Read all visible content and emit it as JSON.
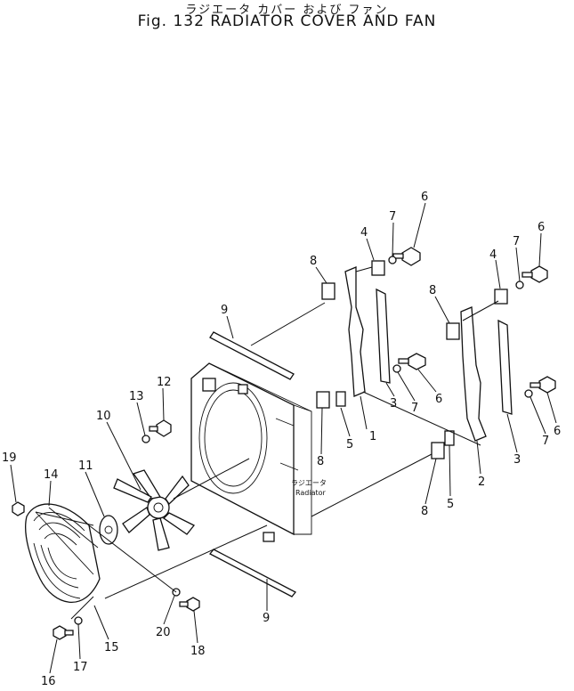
{
  "title": {
    "japanese": "ラジエータ カバー および ファン",
    "english": "Fig. 132 RADIATOR COVER AND FAN"
  },
  "radiator_label": {
    "japanese": "ラジエータ",
    "english": "Radiator"
  },
  "callouts": [
    "1",
    "2",
    "3",
    "3",
    "4",
    "4",
    "5",
    "5",
    "6",
    "6",
    "6",
    "6",
    "7",
    "7",
    "7",
    "7",
    "8",
    "8",
    "8",
    "8",
    "9",
    "9",
    "10",
    "11",
    "12",
    "13",
    "14",
    "15",
    "16",
    "17",
    "18",
    "19",
    "20"
  ]
}
